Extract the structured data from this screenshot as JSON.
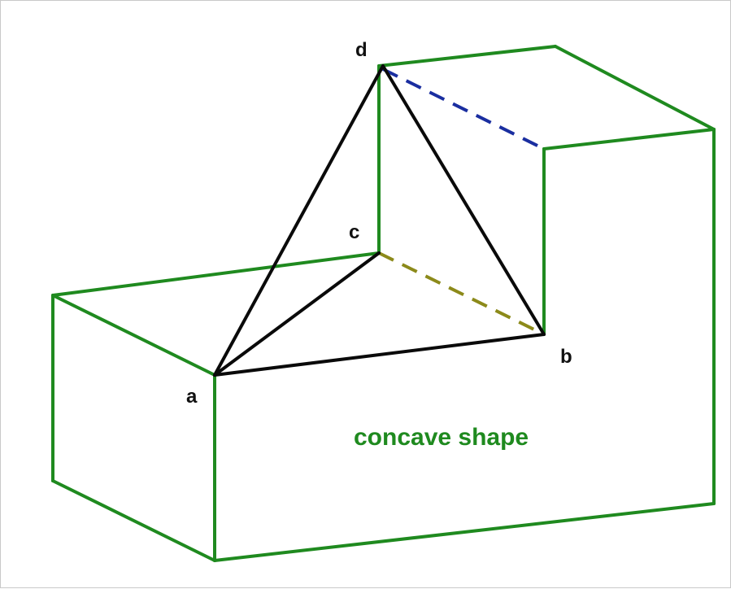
{
  "diagram": {
    "caption": "concave shape",
    "vertices": {
      "a": "a",
      "b": "b",
      "c": "c",
      "d": "d"
    },
    "colors": {
      "shape_edges": "#1f8a1f",
      "tetrahedron_edges": "#0a0a0a",
      "hidden_edge_db": "#1a2ea0",
      "hidden_edge_cb": "#8c8a1a",
      "caption": "#1f8a1f"
    }
  }
}
